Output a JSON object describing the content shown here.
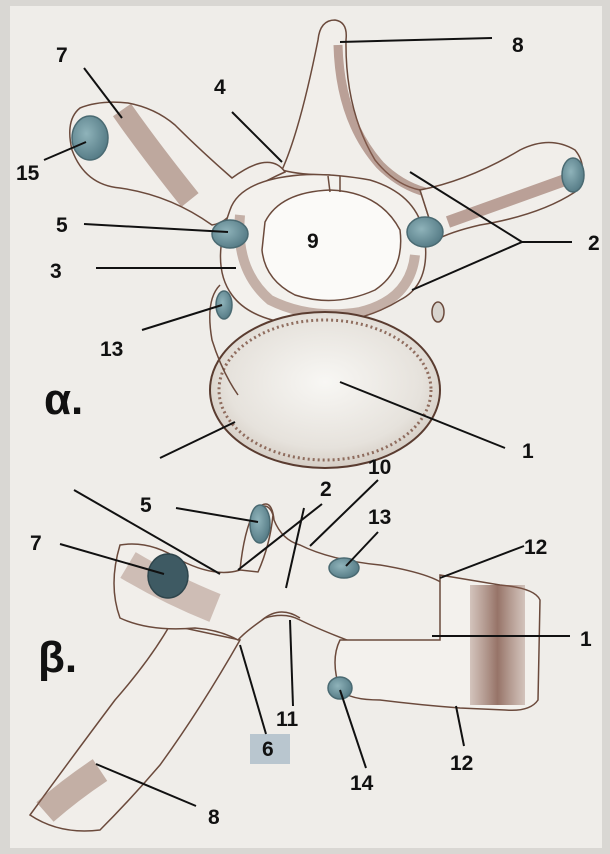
{
  "colors": {
    "paper": "#efede9",
    "frame": "#d9d7d3",
    "ink": "#6b4a3c",
    "shade": "#8c6152",
    "cartilage": "#5f8a93",
    "leader": "#111111",
    "highlight_box": "#b9c6cf"
  },
  "views": {
    "alpha": {
      "title": "α."
    },
    "beta": {
      "title": "β."
    }
  },
  "labels": {
    "top": {
      "l1": "1",
      "l2": "2",
      "l3": "3",
      "l4": "4",
      "l5": "5",
      "l7": "7",
      "l8": "8",
      "l9": "9",
      "l13": "13",
      "l15": "15"
    },
    "side": {
      "l1": "1",
      "l2": "2",
      "l5": "5",
      "l6": "6",
      "l7": "7",
      "l8": "8",
      "l10": "10",
      "l11": "11",
      "l12a": "12",
      "l12b": "12",
      "l13": "13",
      "l14": "14"
    }
  }
}
